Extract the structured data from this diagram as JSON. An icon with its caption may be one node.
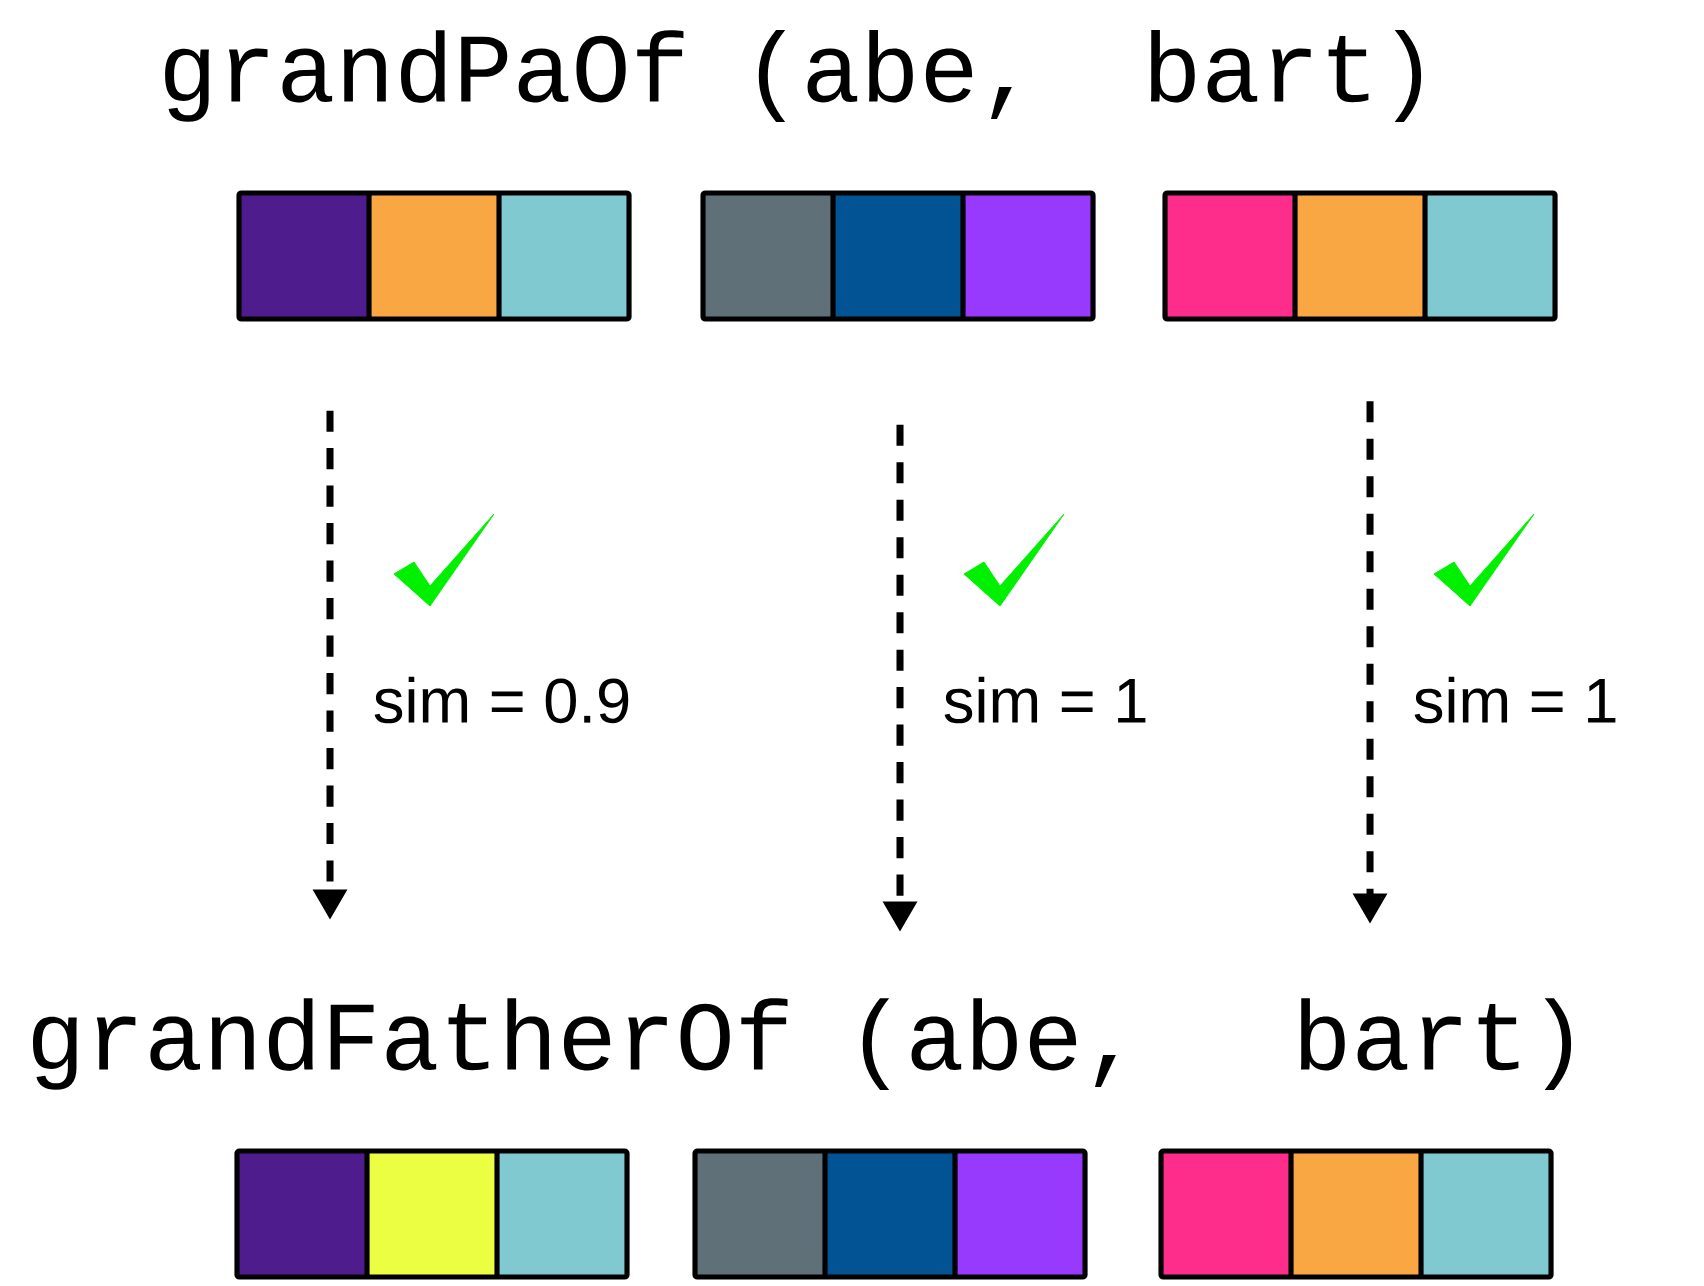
{
  "diagram": {
    "nodes": [
      {
        "text": [],
        "shape": "bar"
      },
      {
        "text": [],
        "shape": "bar"
      },
      {
        "text": [],
        "shape": "bar"
      },
      {
        "text": [],
        "shape": "bar"
      },
      {
        "text": [],
        "shape": "bar"
      },
      {
        "text": [],
        "shape": "bar"
      }
    ],
    "edges": [
      {
        "from": 0,
        "to": null,
        "arrow": "to",
        "label": "sim = 0.9",
        "style": "dashed"
      },
      {
        "from": 1,
        "to": null,
        "arrow": "to",
        "label": "sim = 1",
        "style": "dashed"
      },
      {
        "from": 2,
        "to": null,
        "arrow": "to",
        "label": "sim = 1",
        "style": "dashed"
      }
    ],
    "labels": [
      "grandPaOf",
      "(abe,",
      "bart)",
      "grandFatherOf",
      "(abe,",
      "bart)"
    ]
  }
}
